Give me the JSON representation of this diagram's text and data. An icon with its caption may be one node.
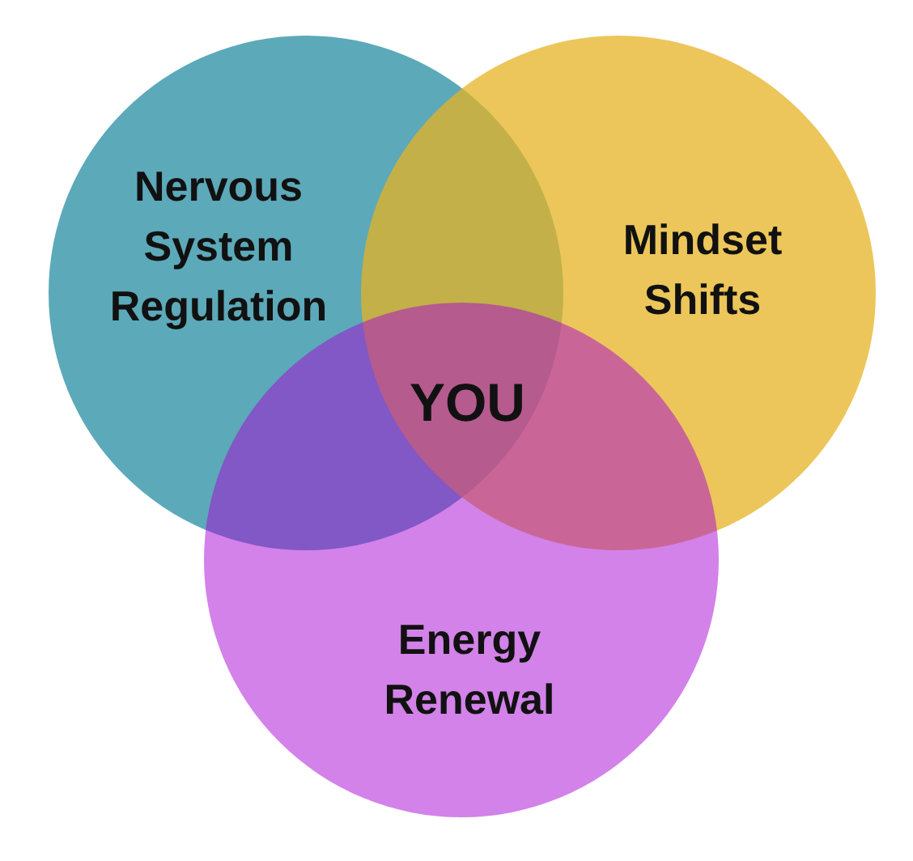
{
  "diagram": {
    "nodes": [
      {
        "text": [
          "Nervous System Regulation"
        ]
      },
      {
        "text": [
          "Mindset Shifts"
        ]
      },
      {
        "text": [
          "Energy Renewal"
        ]
      }
    ],
    "labels": [
      "YOU"
    ]
  }
}
